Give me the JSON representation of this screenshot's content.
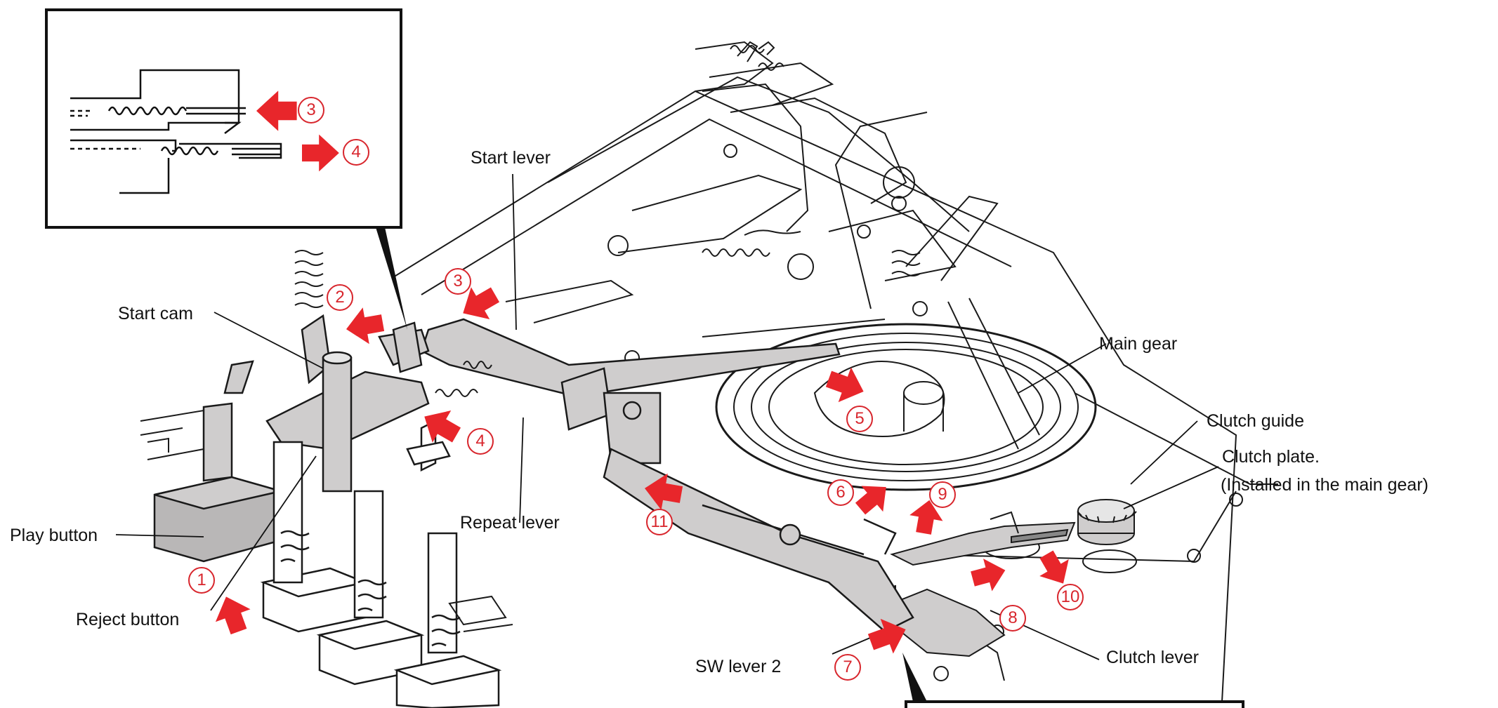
{
  "colors": {
    "arrow": "#e8262b",
    "part_fill": "#cfcdcd",
    "outline": "#1a1a1a"
  },
  "labels": {
    "start_lever": "Start lever",
    "start_cam": "Start cam",
    "main_gear": "Main gear",
    "clutch_guide": "Clutch guide",
    "clutch_plate": "Clutch plate.",
    "clutch_plate_note": "(Installed in the main gear)",
    "play_button": "Play button",
    "repeat_lever": "Repeat lever",
    "reject_button": "Reject button",
    "sw_lever_2": "SW lever 2",
    "clutch_lever": "Clutch lever"
  },
  "steps": [
    "1",
    "2",
    "3",
    "4",
    "5",
    "6",
    "7",
    "8",
    "9",
    "10",
    "11"
  ]
}
